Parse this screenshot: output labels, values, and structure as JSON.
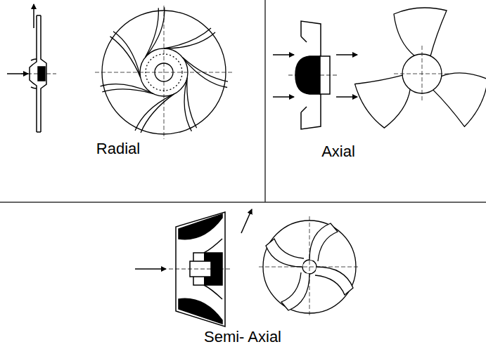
{
  "diagram": {
    "labels": [
      "Radial",
      "Axial",
      "Semi- Axial"
    ]
  }
}
